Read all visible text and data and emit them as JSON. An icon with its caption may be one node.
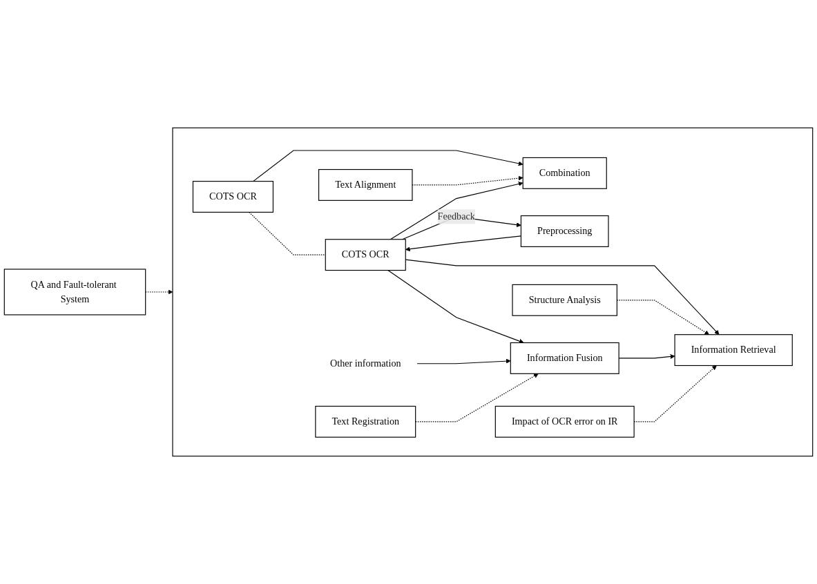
{
  "diagram": {
    "nodes": [
      {
        "text": [],
        "shape": "box"
      },
      {
        "text": [
          "Text Alignment"
        ],
        "in": 0
      },
      {
        "text": [
          "COTS OCR"
        ],
        "in": 0
      },
      {
        "text": [
          "Combination"
        ],
        "in": 0
      },
      {
        "text": [
          "Structure Analysis"
        ],
        "in": 0
      },
      {
        "text": [
          "Preprocessing"
        ],
        "in": 0
      },
      {
        "text": [
          "COTS OCR"
        ],
        "in": 0
      },
      {
        "text": [
          "Information Retrieval"
        ],
        "in": 0
      },
      {
        "text": [
          "Information Fusion"
        ],
        "in": 0
      },
      {
        "text": [
          "Other information"
        ],
        "in": 0
      },
      {
        "text": [
          "Impact of OCR error on IR"
        ],
        "in": 0
      },
      {
        "text": [
          "Text Registration"
        ],
        "in": 0
      },
      {
        "text": [
          "QA and Fault-tolerant System"
        ]
      }
    ],
    "edges": [
      {
        "from": 2,
        "to": 3,
        "arrow": "to"
      },
      {
        "from": 1,
        "to": 3,
        "arrow": "to",
        "style": "dashed"
      },
      {
        "from": 2,
        "to": 6,
        "arrow": "none",
        "style": "dashed"
      },
      {
        "from": 5,
        "to": 6,
        "arrow": "to"
      },
      {
        "from": 6,
        "to": 3,
        "arrow": "to"
      },
      {
        "from": 6,
        "to": 7,
        "arrow": "to"
      },
      {
        "from": 6,
        "to": 8,
        "arrow": "to"
      },
      {
        "from": 4,
        "to": 7,
        "arrow": "to",
        "style": "dashed"
      },
      {
        "from": 6,
        "to": 5,
        "arrow": "to",
        "label": "Feedback"
      },
      {
        "from": 8,
        "to": 7,
        "arrow": "to"
      },
      {
        "from": 9,
        "to": 8,
        "arrow": "to"
      },
      {
        "from": 11,
        "to": 8,
        "arrow": "to",
        "style": "dashed"
      },
      {
        "from": 10,
        "to": 7,
        "arrow": "to",
        "style": "dashed"
      },
      {
        "from": 12,
        "to": 0,
        "arrow": "to",
        "style": "dashed"
      }
    ]
  }
}
